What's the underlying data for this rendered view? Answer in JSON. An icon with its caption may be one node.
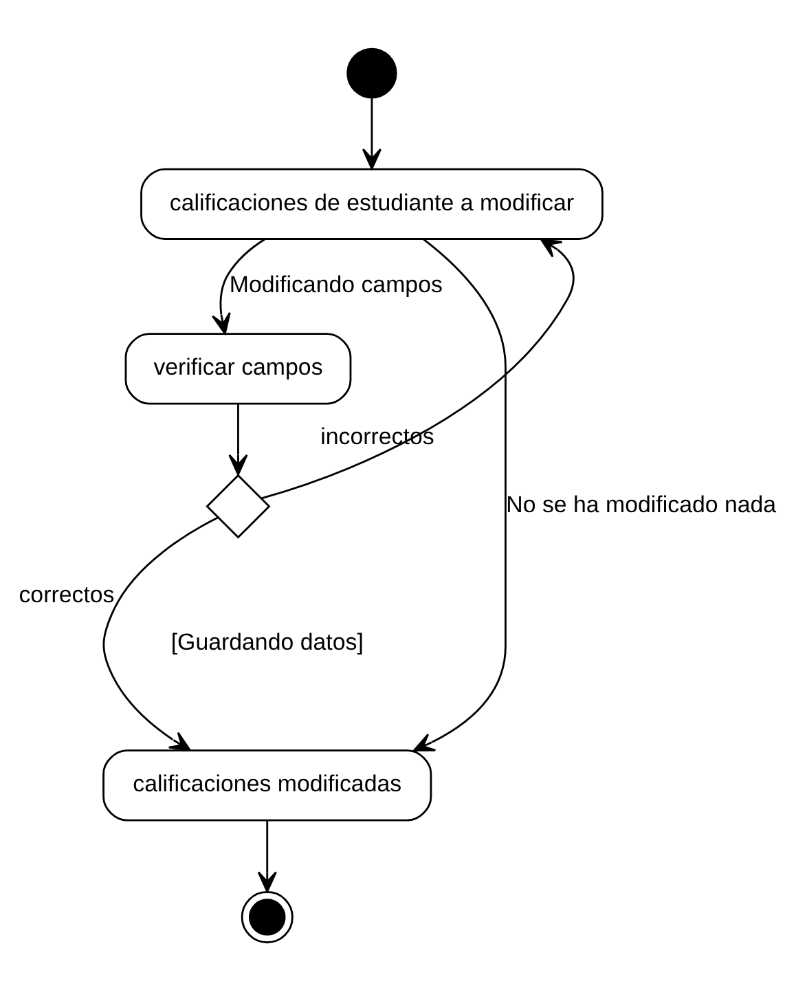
{
  "diagram": {
    "nodes": [
      {
        "text": [],
        "shape": "circle"
      },
      {
        "text": [
          "calificaciones de estudiante a modificar"
        ]
      },
      {
        "text": [
          "verificar campos"
        ]
      },
      {
        "text": [],
        "shape": "diamond"
      },
      {
        "text": [
          "calificaciones modificadas"
        ]
      },
      {
        "text": [],
        "shape": "circle"
      }
    ],
    "edges": [
      {
        "from": 0,
        "to": 1,
        "arrow": "to"
      },
      {
        "from": 1,
        "to": 2,
        "arrow": "to",
        "label": "Modificando campos"
      },
      {
        "from": 2,
        "to": 3,
        "arrow": "to"
      },
      {
        "from": 3,
        "to": 1,
        "arrow": "to",
        "label": "incorrectos"
      },
      {
        "from": 3,
        "to": 4,
        "arrow": "to",
        "label": "correctos"
      },
      {
        "from": 1,
        "to": 4,
        "arrow": "to",
        "label": "No se ha modificado nada"
      },
      {
        "from": 4,
        "to": 5,
        "arrow": "to"
      }
    ],
    "labels": [
      "[Guardando datos]"
    ]
  }
}
